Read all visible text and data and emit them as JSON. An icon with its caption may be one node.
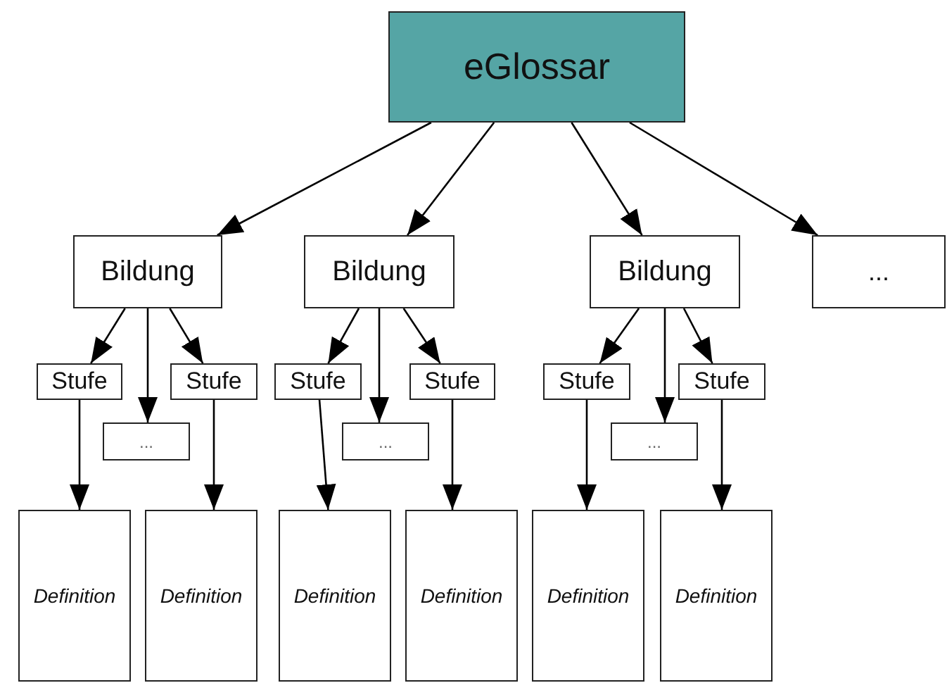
{
  "diagram": {
    "nodes": [
      {
        "text": [
          "eGlossar"
        ]
      },
      {
        "text": [
          "Bildung"
        ]
      },
      {
        "text": [
          "Bildung"
        ]
      },
      {
        "text": [
          "Bildung"
        ]
      },
      {
        "text": [
          "..."
        ]
      },
      {
        "text": [
          "Stufe"
        ]
      },
      {
        "text": [
          "Stufe"
        ]
      },
      {
        "text": [
          "Stufe"
        ]
      },
      {
        "text": [
          "Stufe"
        ]
      },
      {
        "text": [
          "Stufe"
        ]
      },
      {
        "text": [
          "Stufe"
        ]
      },
      {
        "text": [
          "..."
        ]
      },
      {
        "text": [
          "..."
        ]
      },
      {
        "text": [
          "..."
        ]
      },
      {
        "text": [
          "Definition"
        ]
      },
      {
        "text": [
          "Definition"
        ]
      },
      {
        "text": [
          "Definition"
        ]
      },
      {
        "text": [
          "Definition"
        ]
      },
      {
        "text": [
          "Definition"
        ]
      },
      {
        "text": [
          "Definition"
        ]
      }
    ],
    "edges": [
      {
        "from": 0,
        "to": 1,
        "arrow": "to"
      },
      {
        "from": 0,
        "to": 2,
        "arrow": "to"
      },
      {
        "from": 0,
        "to": 3,
        "arrow": "to"
      },
      {
        "from": 0,
        "to": 4,
        "arrow": "to"
      },
      {
        "from": 1,
        "to": 5,
        "arrow": "to"
      },
      {
        "from": 1,
        "to": 11,
        "arrow": "to"
      },
      {
        "from": 1,
        "to": 6,
        "arrow": "to"
      },
      {
        "from": 2,
        "to": 7,
        "arrow": "to"
      },
      {
        "from": 2,
        "to": 12,
        "arrow": "to"
      },
      {
        "from": 2,
        "to": 8,
        "arrow": "to"
      },
      {
        "from": 3,
        "to": 9,
        "arrow": "to"
      },
      {
        "from": 3,
        "to": 13,
        "arrow": "to"
      },
      {
        "from": 3,
        "to": 10,
        "arrow": "to"
      },
      {
        "from": 5,
        "to": 14,
        "arrow": "to"
      },
      {
        "from": 6,
        "to": 15,
        "arrow": "to"
      },
      {
        "from": 7,
        "to": 16,
        "arrow": "to"
      },
      {
        "from": 8,
        "to": 17,
        "arrow": "to"
      },
      {
        "from": 9,
        "to": 18,
        "arrow": "to"
      },
      {
        "from": 10,
        "to": 19,
        "arrow": "to"
      }
    ]
  }
}
